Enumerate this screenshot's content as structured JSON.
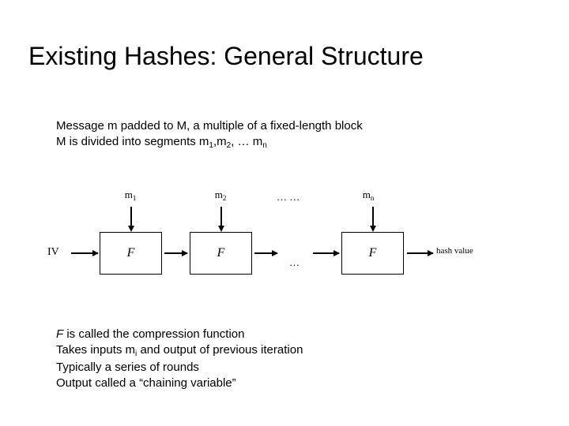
{
  "slide": {
    "title": "Existing Hashes: General Structure",
    "background_color": "#ffffff",
    "text_color": "#000000"
  },
  "intro": {
    "line1": "Message m padded to M, a multiple of a fixed-length block",
    "line2_prefix": "M is divided into segments m",
    "line2_sub1": "1",
    "line2_mid": ",m",
    "line2_sub2": "2",
    "line2_tail": ", … m",
    "line2_sub3": "n"
  },
  "diagram": {
    "iv_label": "IV",
    "output_label": "hash value",
    "middle_ellipsis": "…",
    "top_ellipsis": "… …",
    "compression_symbol": "F",
    "segments": [
      {
        "name": "m",
        "subscript": "1"
      },
      {
        "name": "m",
        "subscript": "2"
      },
      {
        "name": "m",
        "subscript": "n"
      }
    ],
    "blocks": [
      {
        "label": "F"
      },
      {
        "label": "F"
      },
      {
        "label": "F"
      }
    ]
  },
  "notes": {
    "line1_italic": "F",
    "line1_rest": " is called the compression function",
    "line2_prefix": "Takes inputs m",
    "line2_sub": "i",
    "line2_tail": " and output of previous iteration",
    "line3": "Typically a series of rounds",
    "line4": "Output called a “chaining variable”"
  }
}
